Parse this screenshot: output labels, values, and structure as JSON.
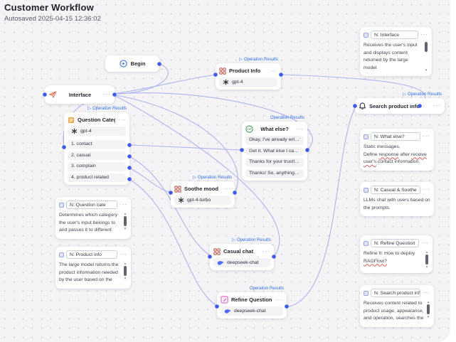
{
  "header": {
    "title": "Customer Workflow",
    "subtitle": "Autosaved 2025-04-15 12:36:02"
  },
  "labels": {
    "operation_results": "Operation Results"
  },
  "accent_colors": {
    "edge": "#b1b3ef",
    "handle": "#3d5af1",
    "results_label": "#2c6be8",
    "interface_icon": "#e8694a",
    "grid_icon": "#b5483b",
    "categorize_icon": "#edaa4c",
    "chat_icon": "#3f9e5f",
    "edit_icon": "#e957c9",
    "bell_icon": "#2d3350",
    "deepseek_icon": "#4d6bfe"
  },
  "icons": {
    "begin": "play-circle-icon",
    "interface": "send-icon",
    "generate": "grid-icon",
    "categorize": "list-icon",
    "message": "chat-bubble-icon",
    "rewrite": "edit-pencil-icon",
    "retrieval": "bell-icon",
    "openai": "openai-logo-icon",
    "deepseek": "deepseek-whale-icon",
    "note": "note-icon"
  },
  "nodes": {
    "begin": {
      "label": "Begin"
    },
    "interface": {
      "label": "Interface"
    },
    "product_info": {
      "label": "Product Info",
      "model": "gpt-4"
    },
    "question_categorize": {
      "label": "Question Categor...",
      "model": "gpt-4",
      "items": [
        "1. contact",
        "2. casual",
        "3. complain",
        "4. product related"
      ]
    },
    "what_else": {
      "label": "What else?",
      "messages": [
        "Okay, I've already write t...",
        "Get it. What else I can do ...",
        "Thanks for your trust! Ou...",
        "Thanks! So, anything else..."
      ]
    },
    "soothe_mood": {
      "label": "Soothe mood",
      "model": "gpt-4-turbo"
    },
    "casual_chat": {
      "label": "Casual chat",
      "model": "deepseek-chat"
    },
    "refine_question": {
      "label": "Refine Question",
      "model": "deepseek-chat"
    },
    "search_product_info": {
      "label": "Search product info"
    }
  },
  "notes": {
    "n_interface": {
      "title": "N: Interface",
      "body": [
        {
          "text": "Receives the user's input\nand displays content\nreturned by the large model"
        }
      ]
    },
    "n_what_else": {
      "title": "N: What else?",
      "body": [
        {
          "text": "Static messages.\nDefine "
        },
        {
          "text": "response",
          "wavy": true
        },
        {
          "text": " after "
        },
        {
          "text": "receive",
          "wavy": true
        },
        {
          "text": "\n"
        },
        {
          "text": "user's",
          "wavy": true
        },
        {
          "text": " contact information."
        }
      ]
    },
    "n_casual_soothe": {
      "title": "N: Casual & Soothe",
      "body": [
        {
          "text": "LLMs chat with users based on\nthe prompts."
        }
      ]
    },
    "n_refine_question": {
      "title": "N: Refine Question",
      "body": [
        {
          "text": "Refine It: How to deploy\n"
        },
        {
          "text": "RAGFlow?",
          "wavy": true
        }
      ]
    },
    "n_search_product_info": {
      "title": "N: Search product info",
      "body": [
        {
          "text": "Receives content related to\nproduct usage, appearance,\nand operation, searches the"
        }
      ]
    },
    "n_question_cate": {
      "title": "N: Question cate",
      "body": [
        {
          "text": "Determines which category\nthe user's input belongs to\nand passes it to different"
        }
      ]
    },
    "n_product_info": {
      "title": "N: Product info",
      "body": [
        {
          "text": "The large model returns the\nproduct information needed\nby the user based on the"
        }
      ]
    }
  }
}
